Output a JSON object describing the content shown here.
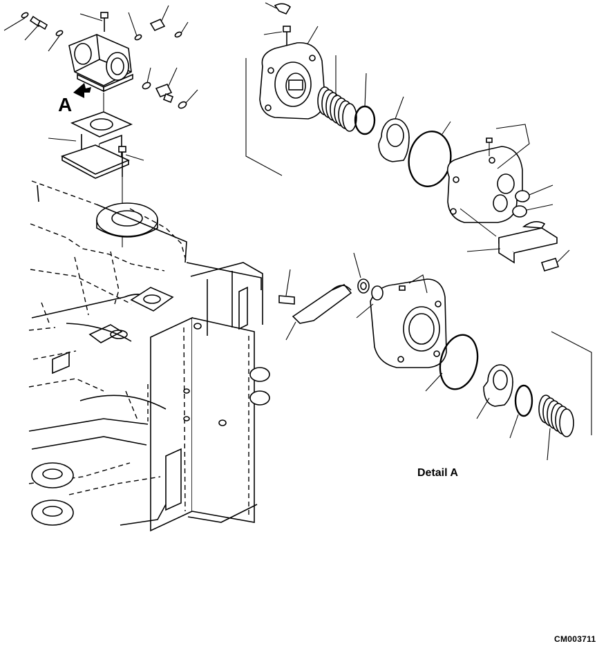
{
  "diagram": {
    "detail_label": "Detail A",
    "view_marker": "A",
    "figure_code": "CM003711",
    "icons": [
      "view-arrow-icon"
    ]
  }
}
